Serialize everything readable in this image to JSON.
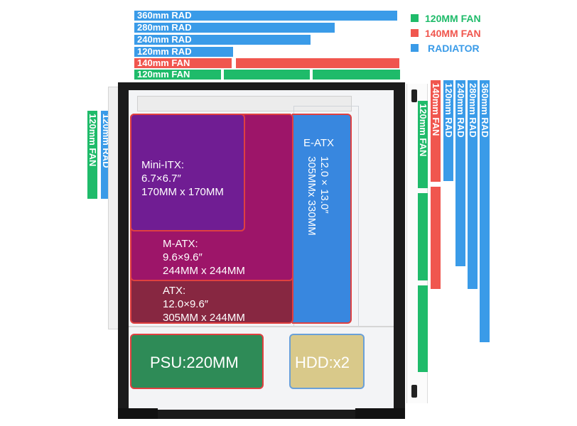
{
  "legend": [
    {
      "label": "120MM FAN",
      "color": "#1fbb6a"
    },
    {
      "label": "140MM FAN",
      "color": "#f0564e"
    },
    {
      "label": "RADIATOR",
      "color": "#3a9be8"
    }
  ],
  "top_bars": [
    {
      "label": "360mm RAD",
      "color": "#3a9be8"
    },
    {
      "label": "280mm RAD",
      "color": "#3a9be8"
    },
    {
      "label": "240mm RAD",
      "color": "#3a9be8"
    },
    {
      "label": "120mm RAD",
      "color": "#3a9be8"
    },
    {
      "label": "140mm FAN",
      "color": "#f0564e"
    },
    {
      "label": "120mm FAN",
      "color": "#1fbb6a"
    }
  ],
  "rear_bars": [
    {
      "label": "120mm FAN",
      "color": "#1fbb6a"
    },
    {
      "label": "120mm RAD",
      "color": "#3a9be8"
    }
  ],
  "front_bars": [
    {
      "label": "120mm FAN",
      "color": "#1fbb6a"
    },
    {
      "label": "140mm FAN",
      "color": "#f0564e"
    },
    {
      "label": "120mm RAD",
      "color": "#3a9be8"
    },
    {
      "label": "240mm RAD",
      "color": "#3a9be8"
    },
    {
      "label": "280mm RAD",
      "color": "#3a9be8"
    },
    {
      "label": "360mm RAD",
      "color": "#3a9be8"
    }
  ],
  "boards": {
    "mini_itx": {
      "name": "Mini-ITX:",
      "size_in": "6.7×6.7″",
      "size_mm": "170MM x 170MM"
    },
    "m_atx": {
      "name": "M-ATX:",
      "size_in": "9.6×9.6″",
      "size_mm": "244MM x 244MM"
    },
    "atx": {
      "name": "ATX:",
      "size_in": "12.0×9.6″",
      "size_mm": "305MM x 244MM"
    },
    "e_atx": {
      "name": "E-ATX",
      "size_in": "12.0×13.0″",
      "size_mm": "305MMx 330MM"
    }
  },
  "psu": {
    "label": "PSU:220MM"
  },
  "hdd": {
    "label": "HDD:x2"
  }
}
